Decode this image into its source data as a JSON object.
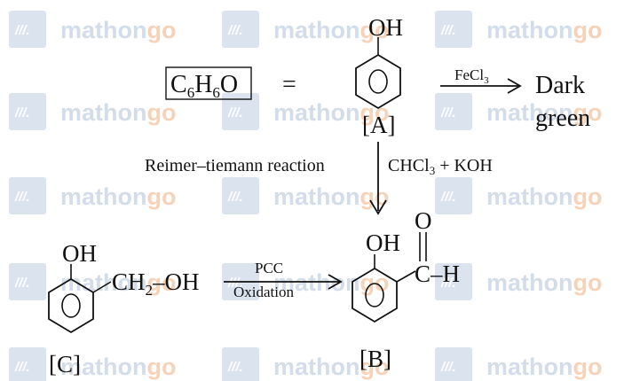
{
  "watermark": {
    "text_main": "mathon",
    "text_accent": "go",
    "mark": "///.",
    "colors": {
      "main": "#d3dce9",
      "accent": "#f6d3b8",
      "tile": "#dbe3ef"
    }
  },
  "top": {
    "formula_parts": {
      "c": "C",
      "c_sub": "6",
      "h": "H",
      "h_sub": "6",
      "o": "O"
    },
    "equals": "=",
    "phenol_oh": "OH",
    "label_a": "[A]",
    "reagent_fecl3": {
      "base": "FeCl",
      "sub": "3"
    },
    "result_line1": "Dark",
    "result_line2": "green"
  },
  "middle": {
    "reaction_name": "Reimer–tiemann reaction",
    "reagent": {
      "p1": "CHCl",
      "sub": "3",
      "p2": " + KOH"
    }
  },
  "bottom": {
    "c_oh": "OH",
    "c_side": {
      "p1": "CH",
      "sub": "2",
      "p2": "–OH"
    },
    "arrow_top": "PCC",
    "arrow_bottom": "Oxidation",
    "b_oh": "OH",
    "b_o": "O",
    "b_ch": "C–H",
    "label_b": "[B]",
    "label_c": "[C]"
  }
}
